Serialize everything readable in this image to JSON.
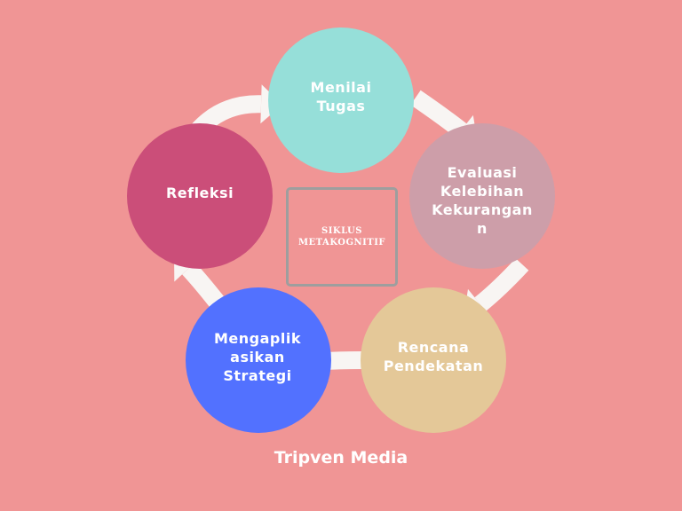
{
  "diagram": {
    "center_label": "SIKLUS\nMETAKOGNITIF",
    "arrow_color": "#F8F5F3",
    "nodes": [
      {
        "id": "menilai",
        "label": "Menilai\nTugas",
        "color": "#96DFD9"
      },
      {
        "id": "evaluasi",
        "label": "Evaluasi\nKelebihan\nKekurangan\nn",
        "color": "#CD9EA9"
      },
      {
        "id": "rencana",
        "label": "Rencana\nPendekatan",
        "color": "#E4C898"
      },
      {
        "id": "mengaplik",
        "label": "Mengaplik\nasikan\nStrategi",
        "color": "#5271FF"
      },
      {
        "id": "refleksi",
        "label": "Refleksi",
        "color": "#CB4E79"
      }
    ]
  },
  "footer": {
    "brand": "Tripven Media"
  }
}
